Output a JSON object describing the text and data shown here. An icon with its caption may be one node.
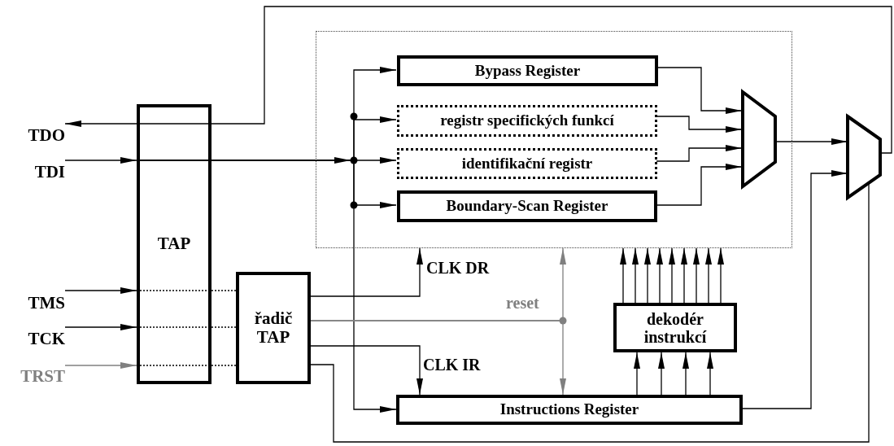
{
  "diagram": {
    "nodes": [
      {
        "text": [
          "TDO"
        ]
      },
      {
        "text": [
          "TDI"
        ]
      },
      {
        "text": [
          "TMS"
        ]
      },
      {
        "text": [
          "TCK"
        ]
      },
      {
        "text": [
          "TRST"
        ]
      },
      {
        "text": [
          "TAP"
        ]
      },
      {
        "text": [],
        "shape": "box"
      },
      {
        "text": [
          "Bypass Register"
        ],
        "in": 6
      },
      {
        "text": [
          "registr specifických funkcí"
        ],
        "in": 6
      },
      {
        "text": [
          "identifikační registr"
        ],
        "in": 6
      },
      {
        "text": [
          "Boundary-Scan Register"
        ],
        "in": 6
      },
      {
        "text": [],
        "shape": "trapezoid",
        "in": 6
      },
      {
        "text": [],
        "shape": "trapezoid"
      },
      {
        "text": [
          "řadič TAP"
        ]
      },
      {
        "text": [
          "dekodér instrukcí"
        ]
      },
      {
        "text": [
          "Instructions Register"
        ]
      }
    ],
    "edges": [
      {
        "from": 12,
        "to": 5,
        "arrow": "none"
      },
      {
        "from": 1,
        "to": 5,
        "arrow": "to"
      },
      {
        "from": 2,
        "to": 5,
        "arrow": "to"
      },
      {
        "from": 3,
        "to": 5,
        "arrow": "to"
      },
      {
        "from": 4,
        "to": 5,
        "arrow": "to",
        "color": "#808080"
      },
      {
        "from": 5,
        "to": 13,
        "arrow": "none",
        "style": "dashed"
      },
      {
        "from": 5,
        "to": 13,
        "arrow": "none",
        "style": "dashed"
      },
      {
        "from": 5,
        "to": 13,
        "arrow": "none",
        "style": "dashed"
      },
      {
        "from": 5,
        "to": 7,
        "arrow": "to"
      },
      {
        "from": 5,
        "to": 8,
        "arrow": "to"
      },
      {
        "from": 5,
        "to": 9,
        "arrow": "to"
      },
      {
        "from": 5,
        "to": 10,
        "arrow": "to"
      },
      {
        "from": 5,
        "to": 15,
        "arrow": "to"
      },
      {
        "from": 7,
        "to": 11,
        "arrow": "to"
      },
      {
        "from": 8,
        "to": 11,
        "arrow": "to"
      },
      {
        "from": 9,
        "to": 11,
        "arrow": "to"
      },
      {
        "from": 10,
        "to": 11,
        "arrow": "to"
      },
      {
        "from": 11,
        "to": 12,
        "arrow": "to"
      },
      {
        "from": 15,
        "to": 12,
        "arrow": "to"
      },
      {
        "from": 13,
        "to": 12,
        "arrow": "none"
      },
      {
        "from": 13,
        "to": 6,
        "arrow": "to",
        "label": "CLK DR"
      },
      {
        "from": 13,
        "to": 15,
        "arrow": "to",
        "label": "CLK IR"
      },
      {
        "from": 13,
        "to": 6,
        "arrow": "to",
        "label": "reset",
        "color": "#808080"
      },
      {
        "from": 13,
        "to": 15,
        "arrow": "to",
        "color": "#808080"
      },
      {
        "from": 15,
        "to": 14,
        "arrow": "to"
      },
      {
        "from": 15,
        "to": 14,
        "arrow": "to"
      },
      {
        "from": 15,
        "to": 14,
        "arrow": "to"
      },
      {
        "from": 15,
        "to": 14,
        "arrow": "to"
      },
      {
        "from": 14,
        "to": 6,
        "arrow": "to"
      },
      {
        "from": 14,
        "to": 6,
        "arrow": "to"
      },
      {
        "from": 14,
        "to": 6,
        "arrow": "to"
      },
      {
        "from": 14,
        "to": 6,
        "arrow": "to"
      },
      {
        "from": 14,
        "to": 6,
        "arrow": "to"
      },
      {
        "from": 14,
        "to": 6,
        "arrow": "to"
      },
      {
        "from": 14,
        "to": 6,
        "arrow": "to"
      },
      {
        "from": 14,
        "to": 6,
        "arrow": "to"
      },
      {
        "from": 14,
        "to": 6,
        "arrow": "to"
      },
      {
        "from": 5,
        "to": 0,
        "arrow": "to"
      }
    ]
  }
}
